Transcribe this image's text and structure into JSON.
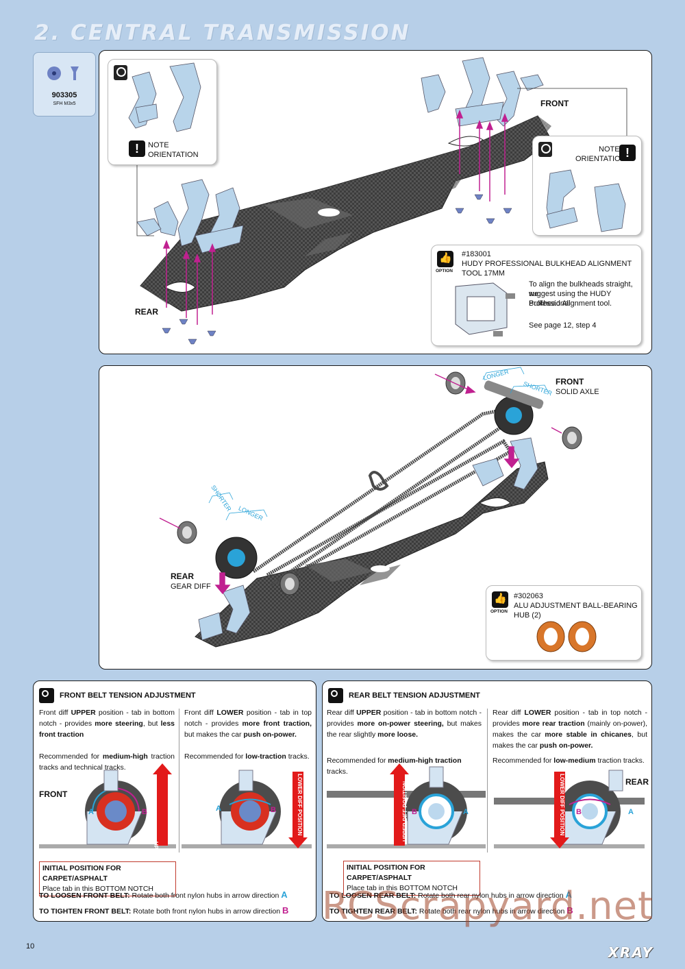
{
  "page": {
    "title": "2. CENTRAL TRANSMISSION",
    "page_number": "10",
    "logo": "XRAY",
    "watermark": "RCScrapyard.net"
  },
  "parts": {
    "code": "903305",
    "desc": "SFH M3x5"
  },
  "panel1": {
    "detail_badge": "DETAIL",
    "note_left": [
      "NOTE",
      "ORIENTATION"
    ],
    "note_right": [
      "NOTE",
      "ORIENTATION"
    ],
    "front": "FRONT",
    "rear": "REAR",
    "option": {
      "badge": "OPTION",
      "code": "#183001",
      "title": "HUDY PROFESSIONAL BULKHEAD ALIGNMENT TOOL 17MM",
      "text": [
        "To align the bulkheads straight, we",
        "suggest using the HUDY Professional",
        "Bulkhead Alignment tool."
      ],
      "ref": "See page 12, step 4"
    }
  },
  "panel2": {
    "front": "FRONT",
    "front_sub": "SOLID AXLE",
    "rear": "REAR",
    "rear_sub": "GEAR DIFF",
    "longer": "LONGER",
    "shorter": "SHORTER",
    "option": {
      "badge": "OPTION",
      "code": "#302063",
      "title": "ALU ADJUSTMENT BALL-BEARING HUB (2)"
    }
  },
  "front_belt": {
    "title": "FRONT BELT TENSION ADJUSTMENT",
    "col1": {
      "pre": "Front diff ",
      "b1": "UPPER",
      "mid": " position - tab in bottom notch - provides ",
      "b2": "more steering",
      "mid2": ", but ",
      "b3": "less front traction"
    },
    "col1_rec": {
      "pre": "Recommended for ",
      "b": "medium-high",
      "post": " traction tracks and technical tracks."
    },
    "col2": {
      "pre": "Front diff ",
      "b1": "LOWER",
      "mid": " position - tab in top notch - provides ",
      "b2": "more front traction,",
      "mid2": " but makes the car ",
      "b3": "push on-power."
    },
    "col2_rec": {
      "pre": "Recommended for ",
      "b": "low-traction",
      "post": " tracks."
    },
    "label_front": "FRONT",
    "upper_pos": "UPPER DIFF POSITION",
    "lower_pos": "LOWER DIFF POSITION",
    "a": "A",
    "b": "B",
    "initial_title": "INITIAL POSITION FOR CARPET/ASPHALT",
    "initial_sub": "Place tab in this BOTTOM NOTCH",
    "loosen_b": "TO LOOSEN FRONT BELT:",
    "loosen": " Rotate both front nylon hubs in arrow direction ",
    "tighten_b": "TO TIGHTEN FRONT BELT:",
    "tighten": " Rotate both front nylon hubs in arrow direction "
  },
  "rear_belt": {
    "title": "REAR BELT TENSION ADJUSTMENT",
    "col1": {
      "pre": "Rear diff ",
      "b1": "UPPER",
      "mid": " position - tab in bottom notch - provides ",
      "b2": "more on-power steering,",
      "mid2": " but makes the rear slightly ",
      "b3": "more loose."
    },
    "col1_rec": {
      "pre": "Recommended for ",
      "b": "medium-high traction",
      "post": " tracks."
    },
    "col2": {
      "pre": "Rear diff ",
      "b1": "LOWER",
      "mid": " position - tab in top notch - provides ",
      "b2": "more rear traction",
      "mid2": " (mainly on-power), makes the car ",
      "b3": "more stable in chicanes",
      "mid3": ", but makes the car ",
      "b4": "push on-power."
    },
    "col2_rec": {
      "pre": "Recommended for ",
      "b": "low-medium",
      "post": " traction tracks."
    },
    "label_rear": "REAR",
    "upper_pos": "UPPER DIFF POSITION",
    "lower_pos": "LOWER DIFF POSITION",
    "a": "A",
    "b": "B",
    "initial_title": "INITIAL POSITION FOR CARPET/ASPHALT",
    "initial_sub": "Place tab in this BOTTOM NOTCH",
    "loosen_b": "TO LOOSEN REAR BELT:",
    "loosen": " Rotate both rear nylon hubs in arrow direction ",
    "tighten_b": "TO TIGHTEN REAR BELT:",
    "tighten": " Rotate both rear nylon hubs in arrow direction "
  },
  "colors": {
    "a": "#2aa3d8",
    "b": "#c02090",
    "arrow_red": "#e21a1a",
    "accent_pink": "#d0208a"
  }
}
